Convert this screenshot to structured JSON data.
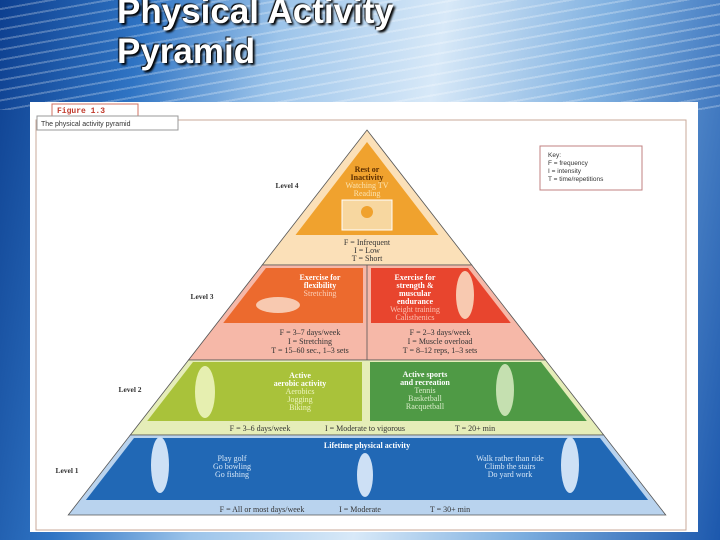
{
  "slide": {
    "title_line1": "Physical Activity",
    "title_line2": "Pyramid"
  },
  "figure": {
    "number": "Figure 1.3",
    "caption": "The physical activity pyramid",
    "key": [
      "Key:",
      "F = frequency",
      "I = intensity",
      "T = time/repetitions"
    ],
    "level4": {
      "label": "Level 4",
      "title": [
        "Rest or",
        "Inactivity"
      ],
      "examples": [
        "Watching TV",
        "Reading"
      ],
      "fit": [
        "F = Infrequent",
        "I = Low",
        "T = Short"
      ]
    },
    "level3": {
      "label": "Level 3",
      "left": {
        "title": [
          "Exercise for",
          "flexibility"
        ],
        "examples": [
          "Stretching"
        ],
        "fit": [
          "F = 3–7 days/week",
          "I = Stretching",
          "T = 15–60 sec., 1–3 sets"
        ]
      },
      "right": {
        "title": [
          "Exercise for",
          "strength &",
          "muscular",
          "endurance"
        ],
        "examples": [
          "Weight training",
          "Calisthenics"
        ],
        "fit": [
          "F = 2–3 days/week",
          "I = Muscle overload",
          "T = 8–12 reps, 1–3 sets"
        ]
      }
    },
    "level2": {
      "label": "Level 2",
      "left": {
        "title": [
          "Active",
          "aerobic activity"
        ],
        "examples": [
          "Aerobics",
          "Jogging",
          "Biking"
        ]
      },
      "right": {
        "title": [
          "Active sports",
          "and recreation"
        ],
        "examples": [
          "Tennis",
          "Basketball",
          "Racquetball"
        ]
      },
      "fit": [
        "F = 3–6 days/week",
        "I = Moderate to vigorous",
        "T = 20+ min"
      ]
    },
    "level1": {
      "label": "Level 1",
      "title": "Lifetime physical activity",
      "left": [
        "Play golf",
        "Go bowling",
        "Go fishing"
      ],
      "right": [
        "Walk rather than ride",
        "Climb the stairs",
        "Do yard work"
      ],
      "fit": [
        "F = All or most days/week",
        "I = Moderate",
        "T = 30+ min"
      ]
    }
  },
  "colors": {
    "orange": "#f0a22e",
    "orange_band": "#fbe0b8",
    "red1": "#ec6a2e",
    "red2": "#e8452e",
    "pink_band": "#f6b8a8",
    "lime": "#a9c23a",
    "green": "#4f9a45",
    "green_band": "#e5edb8",
    "blue": "#2168b5",
    "blue_band": "#b9d3ee"
  }
}
